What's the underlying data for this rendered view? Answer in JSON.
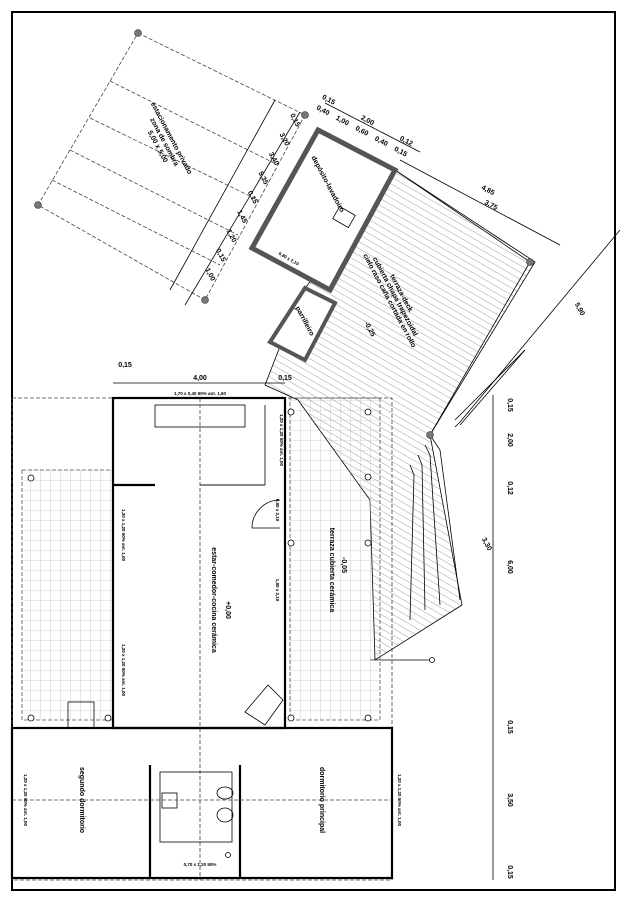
{
  "rooms": {
    "parking": [
      "estacionamento privado",
      "zona de sombra",
      "5,00 x 5,00"
    ],
    "storage": "depósito-lavadoiro",
    "grill": "parrilleiro",
    "deck": [
      "terraza-deck",
      "cubierta chapa trapezoidal",
      "cielo raso caña cortada en rollo"
    ],
    "deck_level": "-0,25",
    "living": "estar-comedor-cocina cerámica",
    "living_level": "+0,00",
    "terrace": "terraza cubierta cerámica",
    "terrace_level": "-0,05",
    "bedroom2": "segundo dormitorio",
    "bedroom1": "dormitorio principal"
  },
  "openings": {
    "kitchen_window": "1,70 x 0,40 50% ant. 1,60",
    "bath_window": "0,70 x 1,20 50%",
    "door_terrace": "0,80 x 2,10",
    "storage_door": "0,80 x 2,10",
    "side_window_1": "1,20 x 1,20 50% ant. 1,00",
    "side_window_2": "1,20 x 1,20 50% ant. 1,00",
    "side_window_3": "1,20 x 1,20 50% ant. 1,00",
    "bed2_window": "1,20 x 1,20 50% ant. 1,00",
    "bed1_window": "1,20 x 1,20 50% ant. 1,00",
    "living_window": "1,80 x 2,10"
  },
  "dimensions": {
    "top_width": "4,00",
    "top_left_wall": "0,15",
    "top_right_wall": "0,15",
    "right_chain": [
      "0,15",
      "2,00",
      "0,12",
      "6,00",
      "0,15",
      "3,50",
      "0,15"
    ],
    "stair_run": "3,30",
    "deck_diag": "5,90",
    "deck_len_outer": "4,85",
    "deck_len_inner": "3,75",
    "storage_top": [
      "0,15",
      "2,00",
      "0,40",
      "1,00",
      "0,60",
      "0,40",
      "0,12",
      "0,15"
    ],
    "left_chain": [
      "0,15",
      "3,20",
      "3,40",
      "5,35",
      "0,15",
      "1,45",
      "1,20",
      "0,15",
      "1,00"
    ]
  }
}
